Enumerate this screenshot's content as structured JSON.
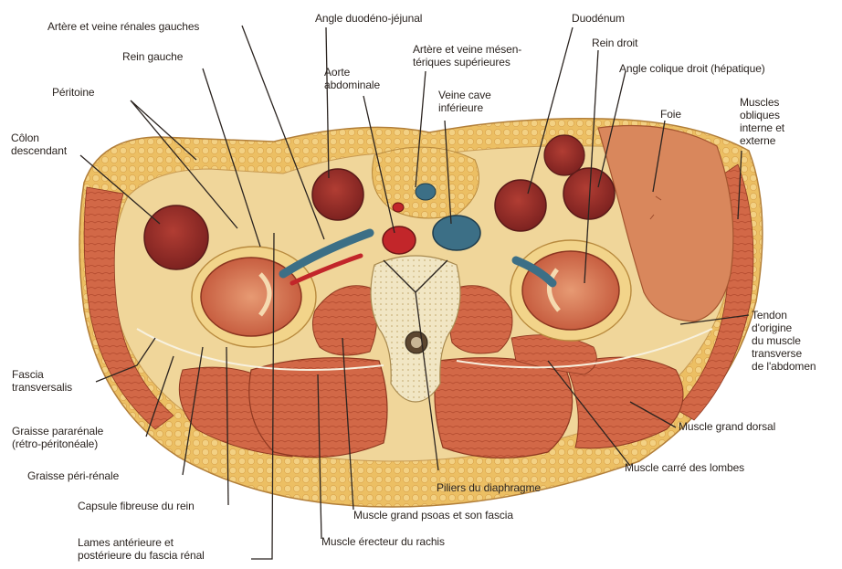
{
  "figure": {
    "subject": "Coupe transversale de l'abdomen au niveau des reins",
    "colors": {
      "background": "#ffffff",
      "skin_fat": "#e9b860",
      "muscle": "#d0613f",
      "kidney": "#cf6a4c",
      "vessel_artery": "#c2262a",
      "vessel_vein": "#3c6f86",
      "liver": "#d9875c",
      "vertebra": "#efe3bf",
      "leader_line": "#2b2420"
    }
  },
  "labels": {
    "arteres_veines_renales_gauches": "Artère et veine rénales gauches",
    "angle_duodeno_jejunal": "Angle duodéno-jéjunal",
    "duodenum": "Duodénum",
    "rein_droit": "Rein droit",
    "arteres_veines_mesenteriques": "Artère et veine mésen-\ntériques supérieures",
    "rein_gauche": "Rein gauche",
    "aorte_abdominale": "Aorte\nabdominale",
    "angle_colique_droit": "Angle colique droit (hépatique)",
    "veine_cave_inferieure": "Veine cave\ninférieure",
    "peritoine": "Péritoine",
    "foie": "Foie",
    "muscles_obliques": "Muscles\nobliques\ninterne et\nexterne",
    "colon_descendant": "Côlon\ndescendant",
    "tendon_origine": "Tendon\nd'origine\ndu muscle\ntransverse\nde l'abdomen",
    "fascia_transversalis": "Fascia\ntransversalis",
    "muscle_grand_dorsal": "Muscle grand dorsal",
    "graisse_pararenale": "Graisse pararénale\n(rétro-péritonéale)",
    "muscle_carre_lombes": "Muscle carré des lombes",
    "graisse_perirenale": "Graisse péri-rénale",
    "piliers_diaphragme": "Piliers du diaphragme",
    "capsule_fibreuse": "Capsule fibreuse du rein",
    "muscle_grand_psoas": "Muscle grand psoas et son fascia",
    "lames_fascia_renal": "Lames antérieure et\npostérieure du fascia rénal",
    "muscle_erecteur_rachis": "Muscle érecteur du rachis"
  }
}
